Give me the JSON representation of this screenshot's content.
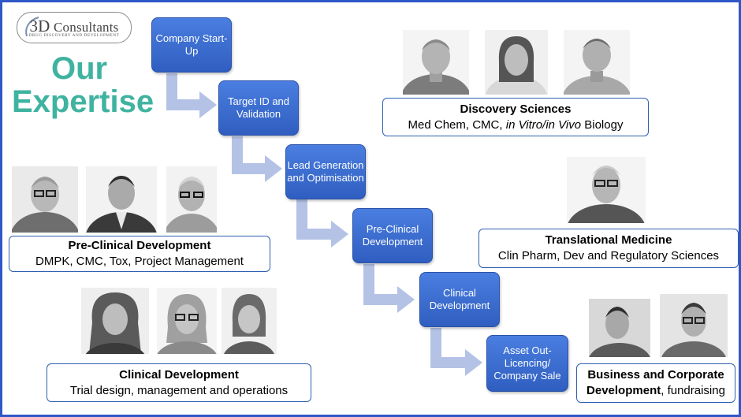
{
  "logo": {
    "brand_big": "3D",
    "brand_rest": " Consultants",
    "tagline": "DRUG DISCOVERY AND DEVELOPMENT"
  },
  "heading": {
    "line1": "Our",
    "line2": "Expertise"
  },
  "flow": {
    "steps": [
      "Company Start-Up",
      "Target ID and Validation",
      "Lead Generation and Optimisation",
      "Pre-Clinical Development",
      "Clinical Development",
      "Asset Out-Licencing/ Company Sale"
    ]
  },
  "panels": {
    "discovery": {
      "title": "Discovery Sciences",
      "desc_a": "Med Chem, CMC, ",
      "desc_italic": "in Vitro/in Vivo",
      "desc_b": " Biology"
    },
    "preclinical": {
      "title": "Pre-Clinical Development",
      "desc": "DMPK, CMC, Tox, Project Management"
    },
    "translational": {
      "title": "Translational Medicine",
      "desc": "Clin Pharm, Dev and Regulatory Sciences"
    },
    "clinical": {
      "title": "Clinical Development",
      "desc": "Trial design, management and operations"
    },
    "business": {
      "title_line1": "Business and Corporate",
      "title_line2": "Development",
      "desc": ", fundraising"
    }
  },
  "colors": {
    "accent_blue": "#2f57c8",
    "step_blue": "#3f6fd0",
    "arrow": "#b4c2e6",
    "heading_teal": "#3fb3a0"
  }
}
